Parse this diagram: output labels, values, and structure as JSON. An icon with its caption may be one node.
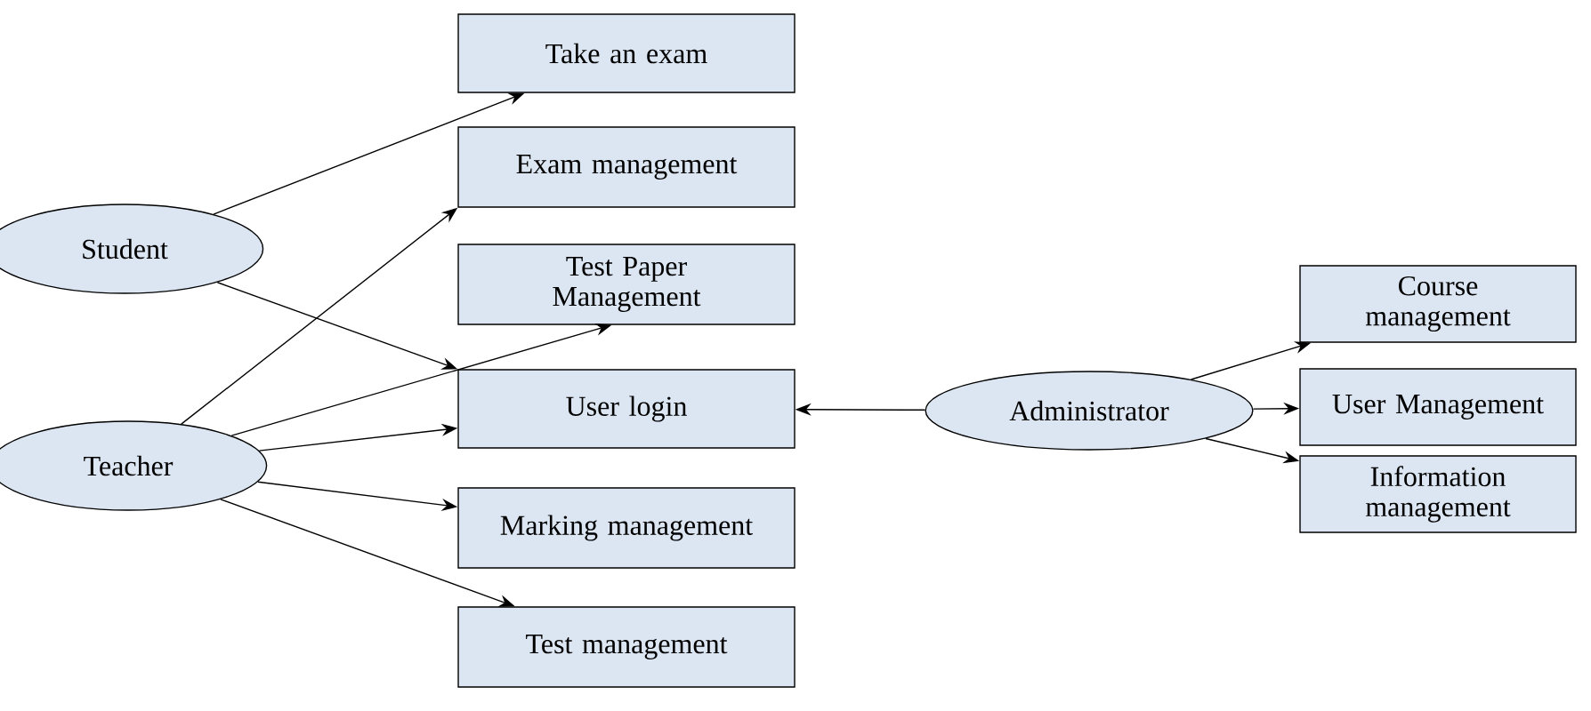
{
  "diagram": {
    "nodes": [
      {
        "text": [
          "Student"
        ]
      },
      {
        "text": [
          "Teacher"
        ]
      },
      {
        "text": [
          "Take an exam"
        ]
      },
      {
        "text": [
          "Exam management"
        ]
      },
      {
        "text": [
          "Test Paper Management"
        ]
      },
      {
        "text": [
          "User login"
        ]
      },
      {
        "text": [
          "Marking management"
        ]
      },
      {
        "text": [
          "Test management"
        ]
      },
      {
        "text": [
          "Administrator"
        ]
      },
      {
        "text": [
          "Course management"
        ]
      },
      {
        "text": [
          "User Management"
        ]
      },
      {
        "text": [
          "Information management"
        ]
      }
    ],
    "edges": [
      {
        "from": 0,
        "to": 2,
        "arrow": "to"
      },
      {
        "from": 0,
        "to": 5,
        "arrow": "to"
      },
      {
        "from": 1,
        "to": 3,
        "arrow": "to"
      },
      {
        "from": 1,
        "to": 4,
        "arrow": "to"
      },
      {
        "from": 1,
        "to": 5,
        "arrow": "to"
      },
      {
        "from": 1,
        "to": 6,
        "arrow": "to"
      },
      {
        "from": 1,
        "to": 7,
        "arrow": "to"
      },
      {
        "from": 8,
        "to": 5,
        "arrow": "to"
      },
      {
        "from": 8,
        "to": 9,
        "arrow": "to"
      },
      {
        "from": 8,
        "to": 10,
        "arrow": "to"
      },
      {
        "from": 8,
        "to": 11,
        "arrow": "to"
      }
    ]
  }
}
